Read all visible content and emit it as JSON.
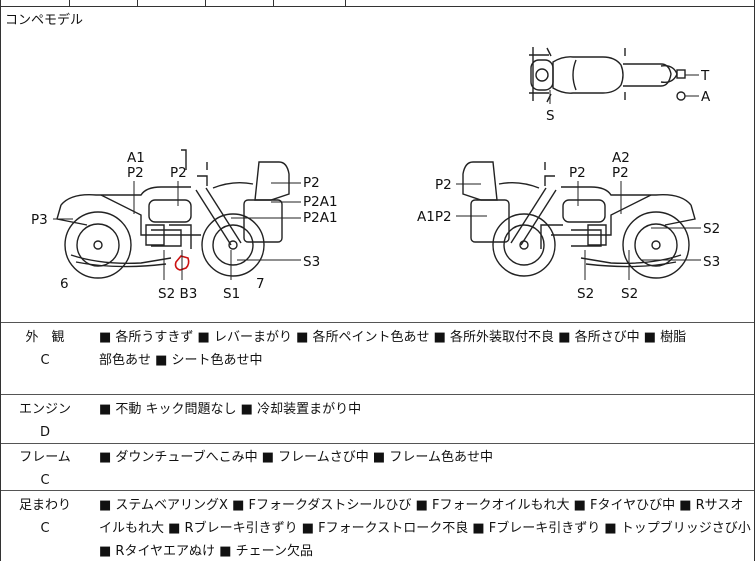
{
  "model_label": "コンペモデル",
  "callouts": {
    "top_view": {
      "t": "T",
      "a": "A",
      "s": "S"
    },
    "left_bike": {
      "a1": "A1",
      "p2_a": "P2",
      "p2_b": "P2",
      "p2_c": "P2",
      "p2a1_1": "P2A1",
      "p2a1_2": "P2A1",
      "p3": "P3",
      "s3": "S3",
      "n6": "6",
      "n7": "7",
      "s2b3": "S2 B3",
      "s1": "S1"
    },
    "right_bike": {
      "a2": "A2",
      "p2_top": "P2",
      "p2_mid": "P2",
      "p2_left": "P2",
      "a1p2": "A1P2",
      "s2_right": "S2",
      "s3": "S3",
      "s2_a": "S2",
      "s2_b": "S2"
    }
  },
  "rows": [
    {
      "label_top": "外　観",
      "label_grade": "C",
      "line1": "■ 各所うすきず ■ レバーまがり ■ 各所ペイント色あせ ■ 各所外装取付不良 ■ 各所さび中 ■ 樹脂",
      "line2": "部色あせ ■ シート色あせ中",
      "line3": ""
    },
    {
      "label_top": "エンジン",
      "label_grade": "D",
      "line1": "■ 不動 キック問題なし ■ 冷却装置まがり中",
      "line2": "",
      "line3": ""
    },
    {
      "label_top": "フレーム",
      "label_grade": "C",
      "line1": "■ ダウンチューブへこみ中 ■ フレームさび中 ■ フレーム色あせ中",
      "line2": "",
      "line3": ""
    },
    {
      "label_top": "足まわり",
      "label_grade": "C",
      "line1": "■ ステムベアリングX ■ Fフォークダストシールひび ■ Fフォークオイルもれ大 ■ Fタイヤひび中 ■ Rサスオ",
      "line2": "イルもれ大 ■ Rブレーキ引きずり ■ Fフォークストローク不良 ■ Fブレーキ引きずり ■ トップブリッジさび小",
      "line3": "■ Rタイヤエアぬけ ■ チェーン欠品"
    }
  ],
  "colors": {
    "line": "#222222",
    "damage_mark": "#cc1111"
  }
}
